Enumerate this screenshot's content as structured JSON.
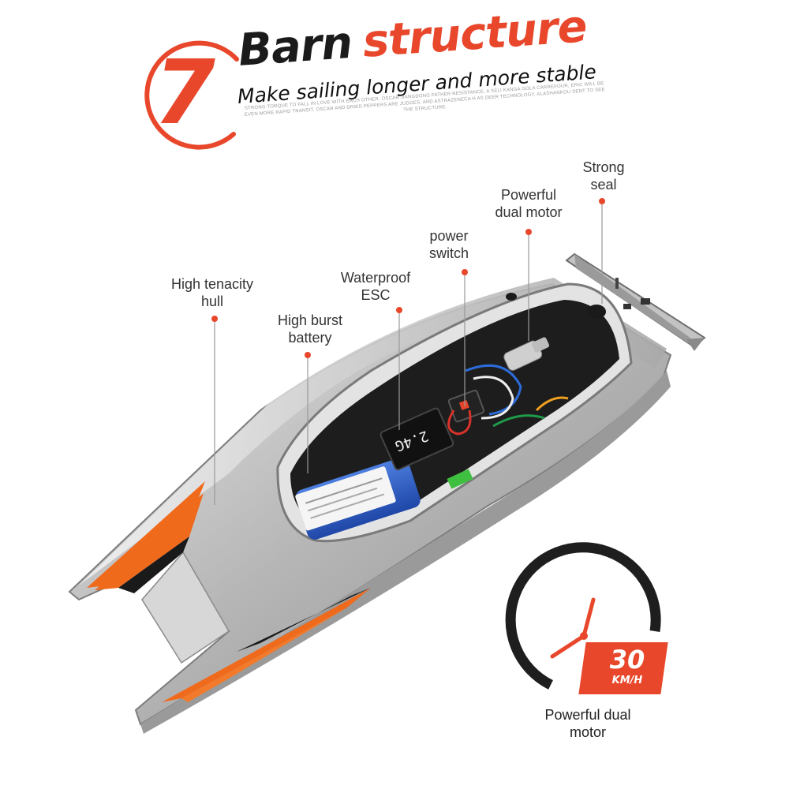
{
  "header": {
    "number": "7",
    "title_word1": "Barn",
    "title_word2": "structure",
    "subtitle": "Make sailing longer and more stable",
    "fine_print": "STRONG TORQUE TO FALL IN LOVE WITH EACH OTHER, OSCAR JIANGDONG FATHER RESISTANCE, A SELI KANGA GOLA CARREFOUR, ERIC WILL BE EVEN MORE RAPID TRANSIT, OSCAR AND DRIED PEPPERS ARE JUDGES, AND ASTRAZENECA H AS DEER TECHNOLOGY, ALASHANKOU SENT TO SEE THE STRUCTURE."
  },
  "callouts": {
    "strong_seal": [
      "Strong",
      "seal"
    ],
    "dual_motor": [
      "Powerful",
      "dual motor"
    ],
    "power_switch": [
      "power",
      "switch"
    ],
    "waterproof_esc": [
      "Waterproof",
      "ESC"
    ],
    "hull": [
      "High tenacity",
      "hull"
    ],
    "battery": [
      "High burst",
      "battery"
    ]
  },
  "receiver_label": "2.4G",
  "speed": {
    "value": "30",
    "unit": "KM/H",
    "caption": [
      "Powerful dual",
      "motor"
    ]
  },
  "colors": {
    "accent": "#e8472b",
    "hull_silver": "#b9b9b9",
    "stripe_orange": "#f06a1c",
    "battery_blue": "#2a5bc0"
  }
}
